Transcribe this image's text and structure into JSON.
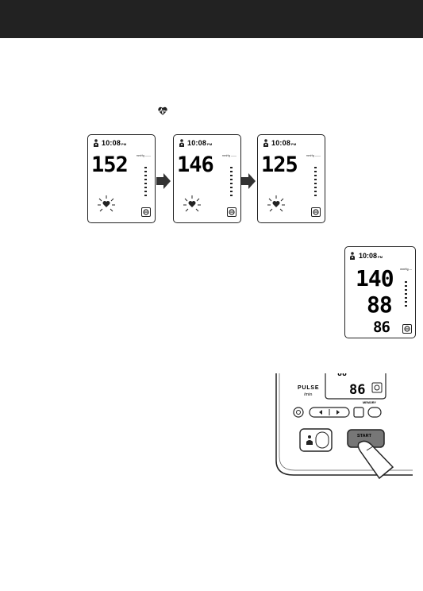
{
  "header": {
    "background": "#222222"
  },
  "screens": [
    {
      "time": "10:08",
      "ampm": "PM",
      "reading": "152"
    },
    {
      "time": "10:08",
      "ampm": "PM",
      "reading": "146"
    },
    {
      "time": "10:08",
      "ampm": "PM",
      "reading": "125"
    }
  ],
  "result_screen": {
    "time": "10:08",
    "ampm": "PM",
    "systolic": "140",
    "diastolic": "88",
    "pulse": "86"
  },
  "device": {
    "pulse_label": "PULSE",
    "pulse_unit": "/min",
    "pulse_value": "86",
    "memory_label": "MEMORY",
    "start_label": "START"
  },
  "icons": [
    "heartbeat-icon",
    "user-icon",
    "cuff-wrap-icon",
    "right-arrow-icon",
    "pressure-scale-icon",
    "finger-pointer-icon"
  ]
}
